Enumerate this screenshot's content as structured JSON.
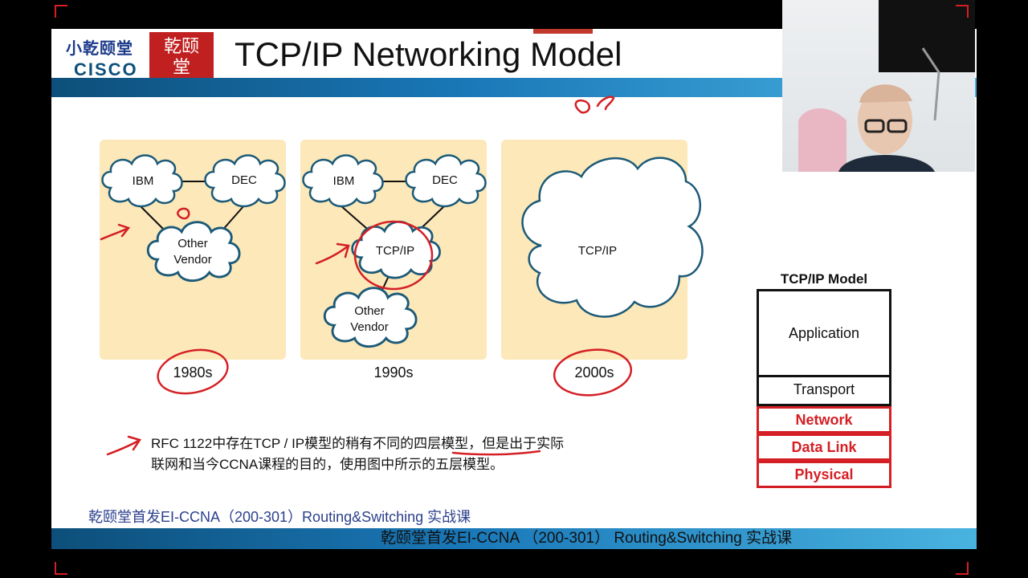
{
  "slide": {
    "title": "TCP/IP Networking Model",
    "logo_cn": "小乾颐堂",
    "logo_en": "CISCO",
    "seal_text": "乾颐\n堂",
    "caption_line1": "RFC 1122中存在TCP / IP模型的稍有不同的四层模型，但是出于实际",
    "caption_line2": "联网和当今CCNA课程的目的，使用图中所示的五层模型。",
    "footer_inner": "乾颐堂首发EI-CCNA（200-301）Routing&Switching 实战课",
    "footer_overlay": "乾颐堂首发EI-CCNA （200-301） Routing&Switching 实战课"
  },
  "panels": [
    {
      "nodes": [
        "IBM",
        "DEC",
        "Other\nVendor"
      ],
      "year": "1980s"
    },
    {
      "nodes": [
        "IBM",
        "DEC",
        "TCP/IP",
        "Other\nVendor"
      ],
      "year": "1990s"
    },
    {
      "nodes": [
        "TCP/IP"
      ],
      "year": "2000s"
    }
  ],
  "labels": {
    "p1_ibm": "IBM",
    "p1_dec": "DEC",
    "p1_other1": "Other",
    "p1_other2": "Vendor",
    "p1_year": "1980s",
    "p2_ibm": "IBM",
    "p2_dec": "DEC",
    "p2_tcp": "TCP/IP",
    "p2_other1": "Other",
    "p2_other2": "Vendor",
    "p2_year": "1990s",
    "p3_tcp": "TCP/IP",
    "p3_year": "2000s"
  },
  "model": {
    "title": "TCP/IP Model",
    "layers": [
      "Application",
      "Transport",
      "Network",
      "Data Link",
      "Physical"
    ]
  },
  "colors": {
    "panel_bg": "#fce8b8",
    "cloud_border": "#1c5a78",
    "annotation_red": "#d41f24",
    "header_blue": "#1a78b8",
    "layer_red": "#d41f24"
  }
}
